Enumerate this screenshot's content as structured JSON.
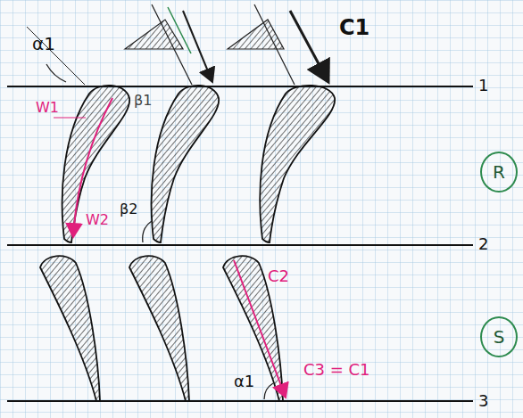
{
  "diagram": {
    "nodes": [
      {
        "text": [
          "R"
        ]
      },
      {
        "text": [
          "S"
        ]
      }
    ],
    "labels": [
      "α1",
      "C1",
      "1",
      "W1",
      "β1",
      "W2",
      "β2",
      "2",
      "C2",
      "α1",
      "C3 = C1",
      "3"
    ]
  }
}
